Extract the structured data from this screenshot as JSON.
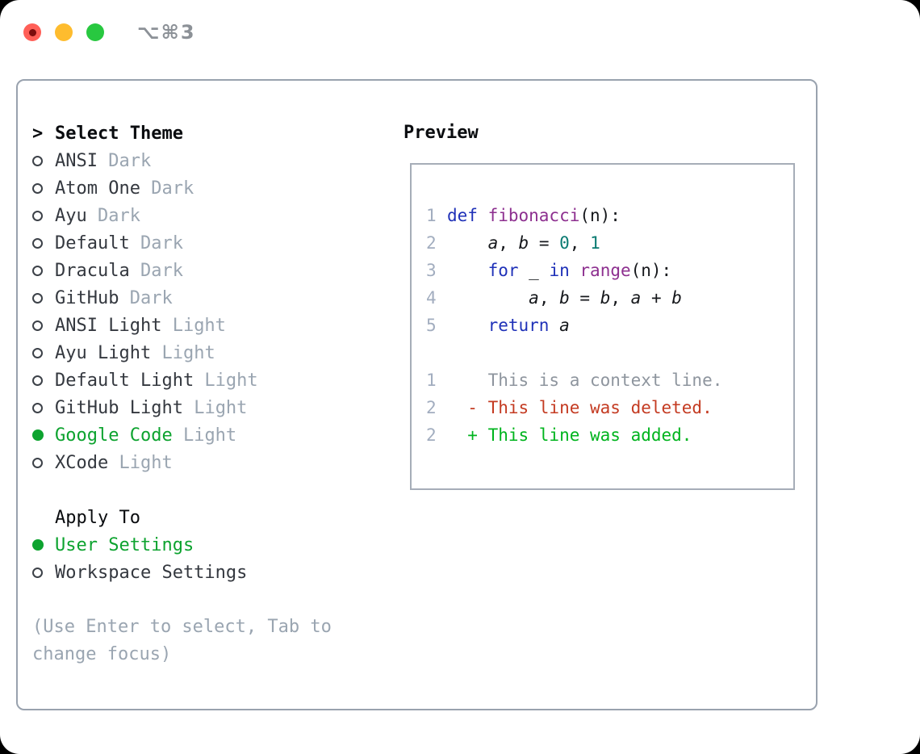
{
  "window": {
    "title": "⌥⌘3"
  },
  "traffic_lights": [
    {
      "name": "close"
    },
    {
      "name": "minimize"
    },
    {
      "name": "zoom"
    }
  ],
  "theme_list": {
    "header_marker": ">",
    "header": "Select Theme",
    "items": [
      {
        "name": "ANSI",
        "variant": "Dark",
        "selected": false
      },
      {
        "name": "Atom One",
        "variant": "Dark",
        "selected": false
      },
      {
        "name": "Ayu",
        "variant": "Dark",
        "selected": false
      },
      {
        "name": "Default",
        "variant": "Dark",
        "selected": false
      },
      {
        "name": "Dracula",
        "variant": "Dark",
        "selected": false
      },
      {
        "name": "GitHub",
        "variant": "Dark",
        "selected": false
      },
      {
        "name": "ANSI Light",
        "variant": "Light",
        "selected": false
      },
      {
        "name": "Ayu Light",
        "variant": "Light",
        "selected": false
      },
      {
        "name": "Default Light",
        "variant": "Light",
        "selected": false
      },
      {
        "name": "GitHub Light",
        "variant": "Light",
        "selected": false
      },
      {
        "name": "Google Code",
        "variant": "Light",
        "selected": true
      },
      {
        "name": "XCode",
        "variant": "Light",
        "selected": false
      }
    ]
  },
  "apply_to": {
    "header": "Apply To",
    "options": [
      {
        "label": "User Settings",
        "selected": true
      },
      {
        "label": "Workspace Settings",
        "selected": false
      }
    ]
  },
  "hint_lines": [
    "(Use Enter to select, Tab to",
    "change focus)"
  ],
  "preview": {
    "header": "Preview",
    "code_lines": [
      {
        "num": "1",
        "tokens": [
          {
            "t": "def ",
            "c": "kw"
          },
          {
            "t": "fibonacci",
            "c": "fn"
          },
          {
            "t": "(n):",
            "c": "plain"
          }
        ]
      },
      {
        "num": "2",
        "tokens": [
          {
            "t": "    ",
            "c": "plain"
          },
          {
            "t": "a",
            "c": "var"
          },
          {
            "t": ", ",
            "c": "plain"
          },
          {
            "t": "b",
            "c": "var"
          },
          {
            "t": " = ",
            "c": "plain"
          },
          {
            "t": "0",
            "c": "num"
          },
          {
            "t": ", ",
            "c": "plain"
          },
          {
            "t": "1",
            "c": "num"
          }
        ]
      },
      {
        "num": "3",
        "tokens": [
          {
            "t": "    ",
            "c": "plain"
          },
          {
            "t": "for",
            "c": "kw"
          },
          {
            "t": " _ ",
            "c": "plain"
          },
          {
            "t": "in",
            "c": "kw"
          },
          {
            "t": " ",
            "c": "plain"
          },
          {
            "t": "range",
            "c": "fn"
          },
          {
            "t": "(n):",
            "c": "plain"
          }
        ]
      },
      {
        "num": "4",
        "tokens": [
          {
            "t": "        ",
            "c": "plain"
          },
          {
            "t": "a",
            "c": "var"
          },
          {
            "t": ", ",
            "c": "plain"
          },
          {
            "t": "b",
            "c": "var"
          },
          {
            "t": " = ",
            "c": "plain"
          },
          {
            "t": "b",
            "c": "var"
          },
          {
            "t": ", ",
            "c": "plain"
          },
          {
            "t": "a",
            "c": "var"
          },
          {
            "t": " + ",
            "c": "plain"
          },
          {
            "t": "b",
            "c": "var"
          }
        ]
      },
      {
        "num": "5",
        "tokens": [
          {
            "t": "    ",
            "c": "plain"
          },
          {
            "t": "return",
            "c": "kw"
          },
          {
            "t": " ",
            "c": "plain"
          },
          {
            "t": "a",
            "c": "var"
          }
        ]
      },
      {
        "num": "",
        "tokens": []
      },
      {
        "num": "1",
        "tokens": [
          {
            "t": "    This is a context line.",
            "c": "ctx"
          }
        ]
      },
      {
        "num": "2",
        "tokens": [
          {
            "t": "  - This line was deleted.",
            "c": "del"
          }
        ]
      },
      {
        "num": "2",
        "tokens": [
          {
            "t": "  + This line was added.",
            "c": "add"
          }
        ]
      }
    ]
  },
  "colors": {
    "kw": "#1f31b8",
    "fn": "#8d2f8f",
    "num": "#0b7b72",
    "var": "#16181c",
    "plain": "#16181c",
    "ctx": "#8e959e",
    "del": "#c43b22",
    "add": "#00b41e",
    "ln": "#a2adbf",
    "list_name": "#34383f",
    "list_suffix": "#9aa5b1",
    "header": "#0a0c0f",
    "selected": "#0da32f",
    "hint": "#9aa5b1",
    "bullet": "#3c4148",
    "box_border": "#99a2ae",
    "preview_border": "#a6adb8",
    "title": "#8c9197",
    "light_red": "#ff5f57",
    "light_red_dot": "#7c0d0d",
    "light_yellow": "#febc2e",
    "light_green": "#28c840"
  }
}
